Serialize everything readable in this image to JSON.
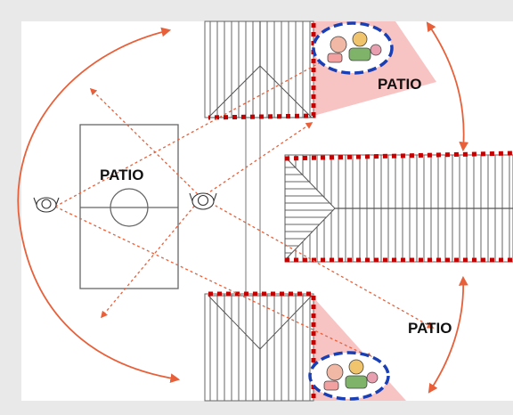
{
  "labels": {
    "patio_center": "PATIO",
    "patio_top_right": "PATIO",
    "patio_bottom_right": "PATIO"
  },
  "colors": {
    "arrow": "#e8603a",
    "boundary": "#c40000",
    "view_zone": "#f7b8b8",
    "highlight_ring": "#1a3fb5",
    "roof_line": "#555555",
    "outline": "#666666",
    "background": "#ffffff",
    "frame": "#e9e9e9"
  },
  "icons": {
    "observer_left": "person-icon",
    "observer_center": "person-icon",
    "neighbor_top": "people-cluster-icon",
    "neighbor_bottom": "people-cluster-icon"
  }
}
